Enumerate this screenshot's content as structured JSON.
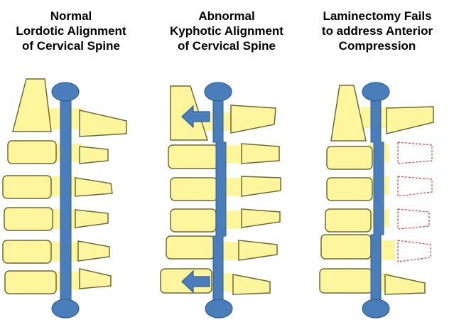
{
  "panels": [
    {
      "id": "normal",
      "title_lines": [
        "Normal",
        "Lordotic Alignment",
        "of Cervical Spine"
      ]
    },
    {
      "id": "abnormal",
      "title_lines": [
        "Abnormal",
        "Kyphotic Alignment",
        "of Cervical Spine"
      ]
    },
    {
      "id": "laminectomy",
      "title_lines": [
        "Laminectomy Fails",
        "to address Anterior",
        "Compression"
      ]
    }
  ],
  "colors": {
    "vertebra_fill": "#FFF59D",
    "vertebra_stroke": "#6b6b35",
    "cord": "#4A7EBB",
    "cord_stroke": "#2F5F94",
    "removed_lamina": "#E53935",
    "pressure_arrow": "#4A7EBB"
  },
  "icons": [
    "arrow-left-icon"
  ]
}
